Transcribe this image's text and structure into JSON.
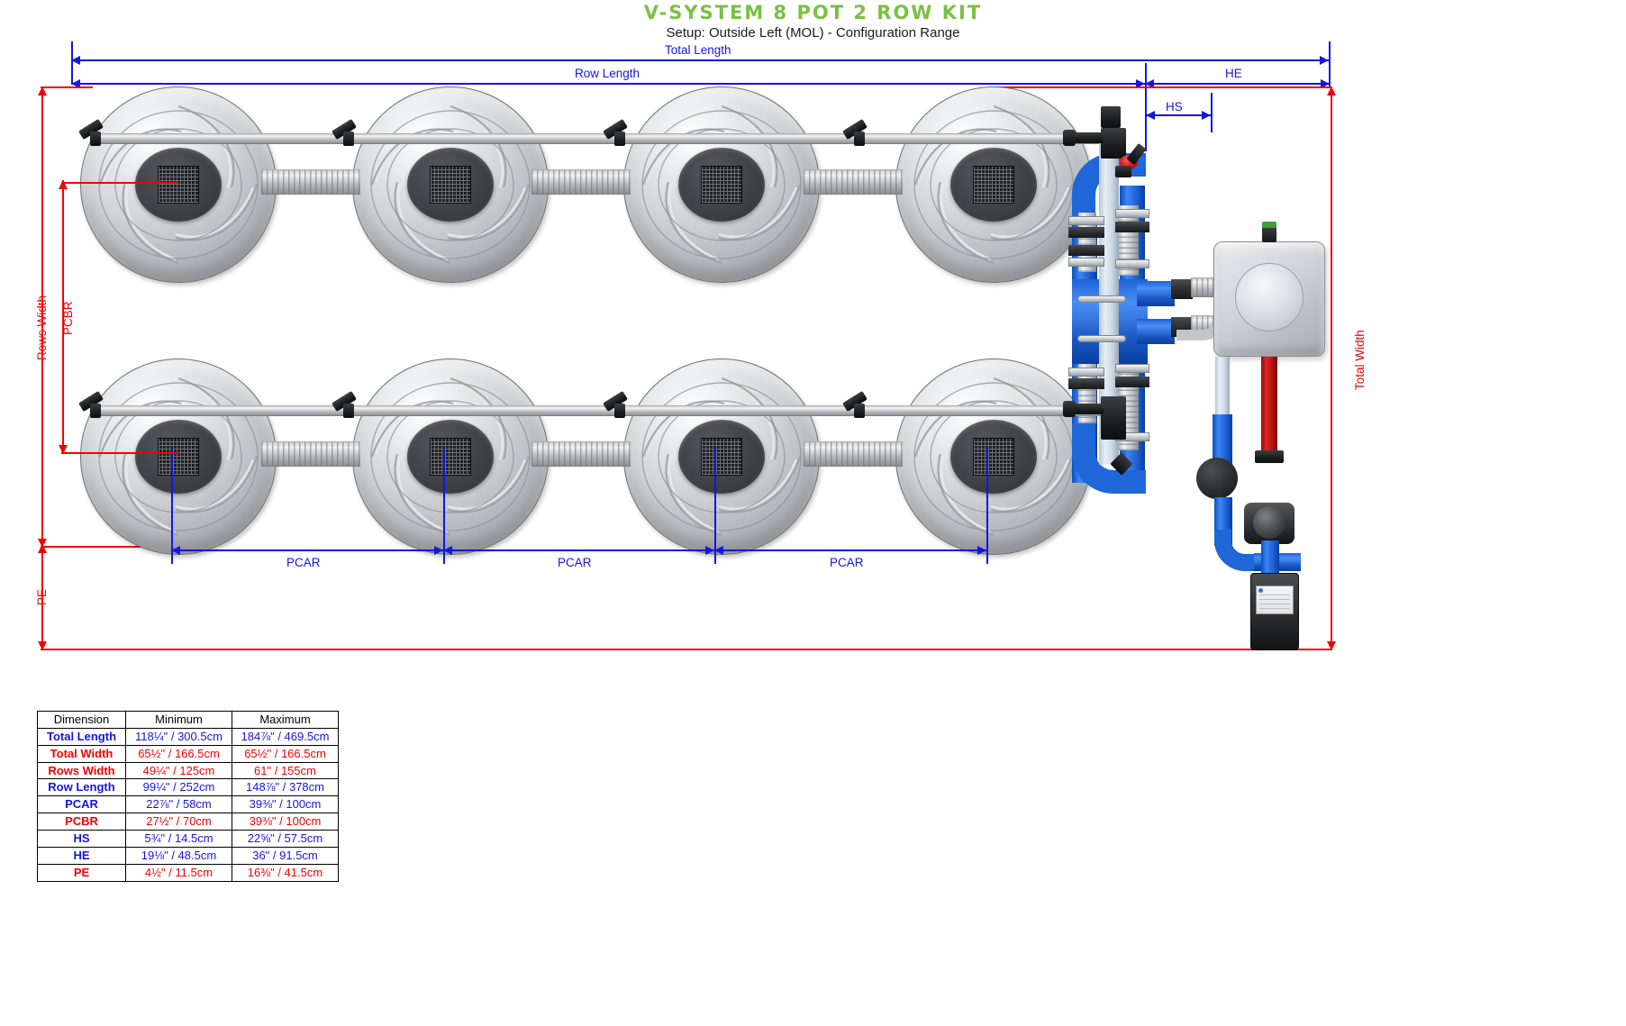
{
  "header": {
    "title": "V-SYSTEM 8 POT 2 ROW KIT",
    "subtitle": "Setup: Outside Left (MOL) - Configuration Range",
    "title_color": "#7ac143"
  },
  "colors": {
    "blue": "#1515e0",
    "red": "#f40000",
    "green": "#7ac143"
  },
  "diagram_labels": {
    "total_length": "Total Length",
    "row_length": "Row Length",
    "he": "HE",
    "hs": "HS",
    "rows_width": "Rows Width",
    "pcbr": "PCBR",
    "pe": "PE",
    "total_width": "Total Width",
    "pcar_1": "PCAR",
    "pcar_2": "PCAR",
    "pcar_3": "PCAR"
  },
  "table": {
    "headers": [
      "Dimension",
      "Minimum",
      "Maximum"
    ],
    "rows": [
      {
        "name": "Total Length",
        "color": "#1515e0",
        "min": "118¼\" / 300.5cm",
        "max": "184⅞\" / 469.5cm"
      },
      {
        "name": "Total Width",
        "color": "#f40000",
        "min": "65½\" / 166.5cm",
        "max": "65½\" / 166.5cm"
      },
      {
        "name": "Rows Width",
        "color": "#f40000",
        "min": "49¼\" / 125cm",
        "max": "61\" / 155cm"
      },
      {
        "name": "Row Length",
        "color": "#1515e0",
        "min": "99¼\" / 252cm",
        "max": "148⅞\" / 378cm"
      },
      {
        "name": "PCAR",
        "color": "#1515e0",
        "min": "22⅞\" / 58cm",
        "max": "39⅜\" / 100cm"
      },
      {
        "name": "PCBR",
        "color": "#f40000",
        "min": "27½\" / 70cm",
        "max": "39⅜\" / 100cm"
      },
      {
        "name": "HS",
        "color": "#1515e0",
        "min": "5¾\" / 14.5cm",
        "max": "22⅝\" / 57.5cm"
      },
      {
        "name": "HE",
        "color": "#1515e0",
        "min": "19⅛\" / 48.5cm",
        "max": "36\" / 91.5cm"
      },
      {
        "name": "PE",
        "color": "#f40000",
        "min": "4½\" / 11.5cm",
        "max": "16⅜\" / 41.5cm"
      }
    ]
  },
  "pots": {
    "count": 8,
    "rows": 2,
    "per_row": 4
  }
}
